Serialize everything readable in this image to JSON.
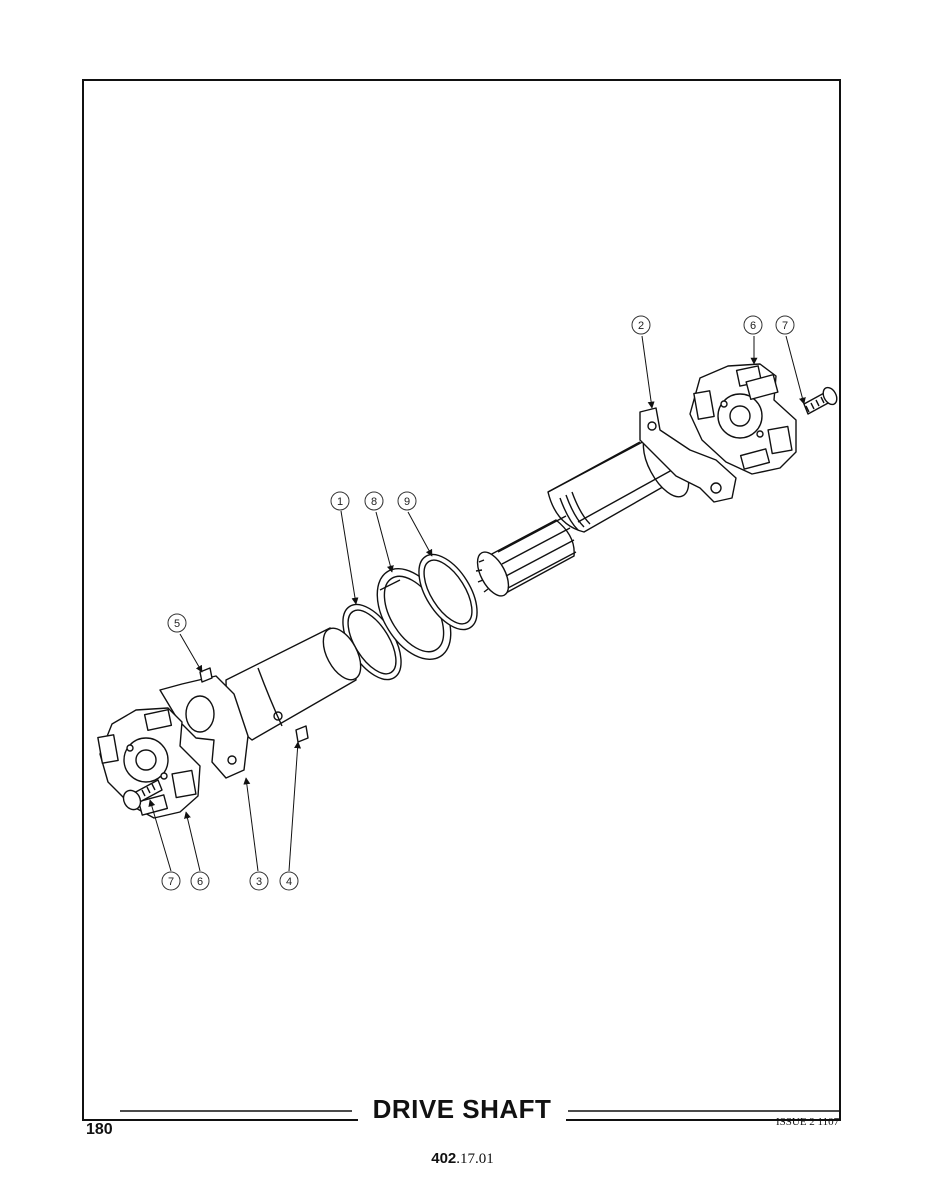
{
  "title": "DRIVE SHAFT",
  "page_number": "180",
  "issue": "ISSUE 2 1107",
  "doc_number_bold": "402",
  "doc_number_rest": ".17.01",
  "callouts": {
    "c1": "1",
    "c2": "2",
    "c3": "3",
    "c4": "4",
    "c5": "5",
    "c6a": "6",
    "c6b": "6",
    "c7a": "7",
    "c7b": "7",
    "c8": "8",
    "c9": "9"
  }
}
